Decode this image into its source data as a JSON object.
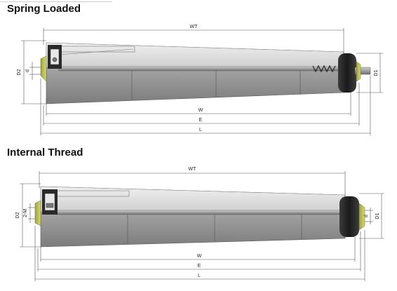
{
  "sections": [
    {
      "title": "Spring Loaded",
      "labels": {
        "wt": "WT",
        "w": "W",
        "e": "E",
        "l": "L",
        "d2": "D2",
        "d": "d",
        "d1": "D1"
      }
    },
    {
      "title": "Internal Thread",
      "labels": {
        "wt": "WT",
        "w": "W",
        "e": "E",
        "l": "L",
        "d2": "D2",
        "m": "2-M",
        "d": "d",
        "d1": "D1"
      }
    }
  ],
  "colors": {
    "tube": "#9e9e9e",
    "tube_dark": "#6e6e6e",
    "cutaway": "#d9d9d9",
    "end_cap": "#1c1c1c",
    "bearing_insert": "#c8c85a",
    "dimension_line": "#555555"
  }
}
